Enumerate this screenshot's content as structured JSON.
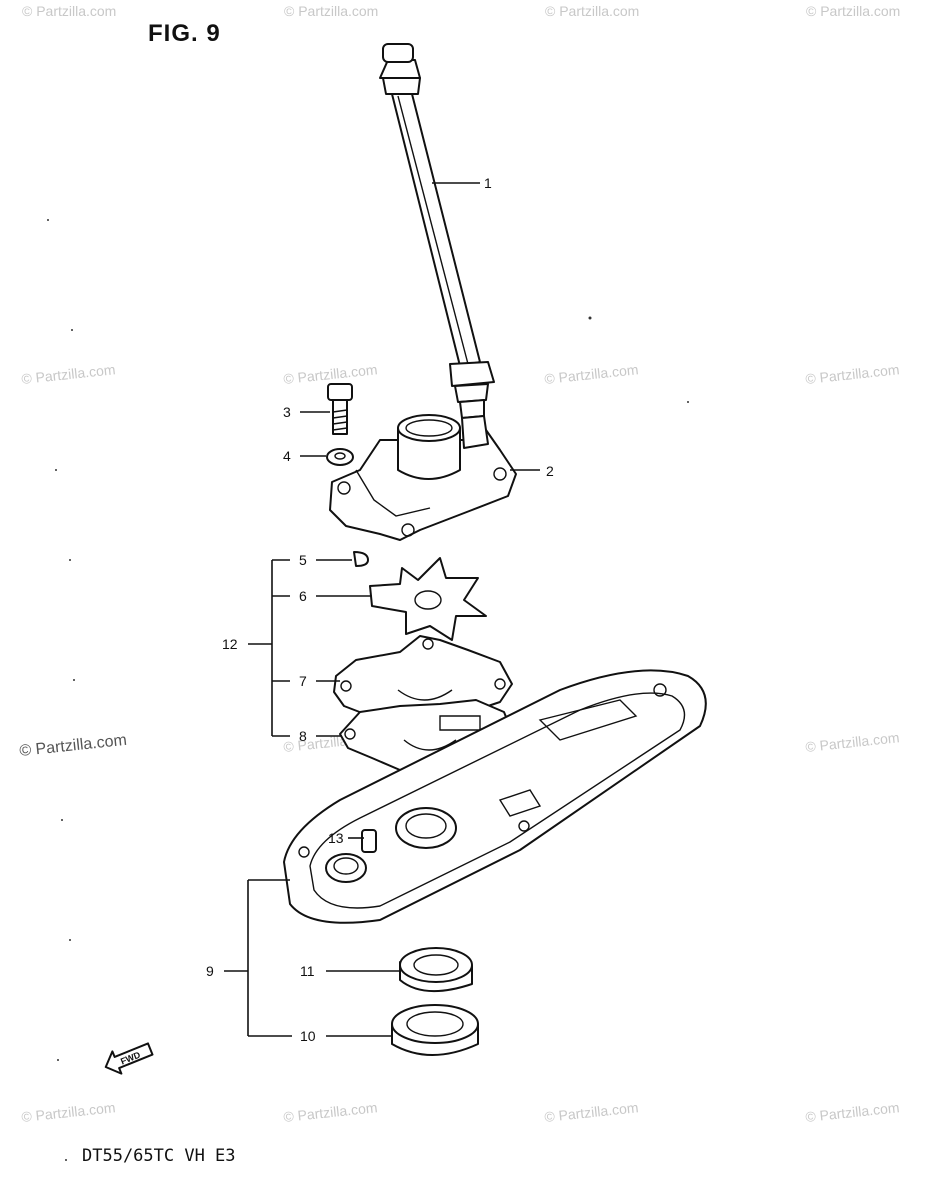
{
  "header": {
    "title": "FIG. 9"
  },
  "footer": {
    "model": "DT55/65TC  VH  E3"
  },
  "fwd_arrow": {
    "label": "FWD"
  },
  "watermark": {
    "text": "© Partzilla.com"
  },
  "callouts": [
    {
      "id": "1",
      "label": "1"
    },
    {
      "id": "2",
      "label": "2"
    },
    {
      "id": "3",
      "label": "3"
    },
    {
      "id": "4",
      "label": "4"
    },
    {
      "id": "5",
      "label": "5"
    },
    {
      "id": "6",
      "label": "6"
    },
    {
      "id": "7",
      "label": "7"
    },
    {
      "id": "8",
      "label": "8"
    },
    {
      "id": "9",
      "label": "9"
    },
    {
      "id": "10",
      "label": "10"
    },
    {
      "id": "11",
      "label": "11"
    },
    {
      "id": "12",
      "label": "12"
    },
    {
      "id": "13",
      "label": "13"
    }
  ]
}
